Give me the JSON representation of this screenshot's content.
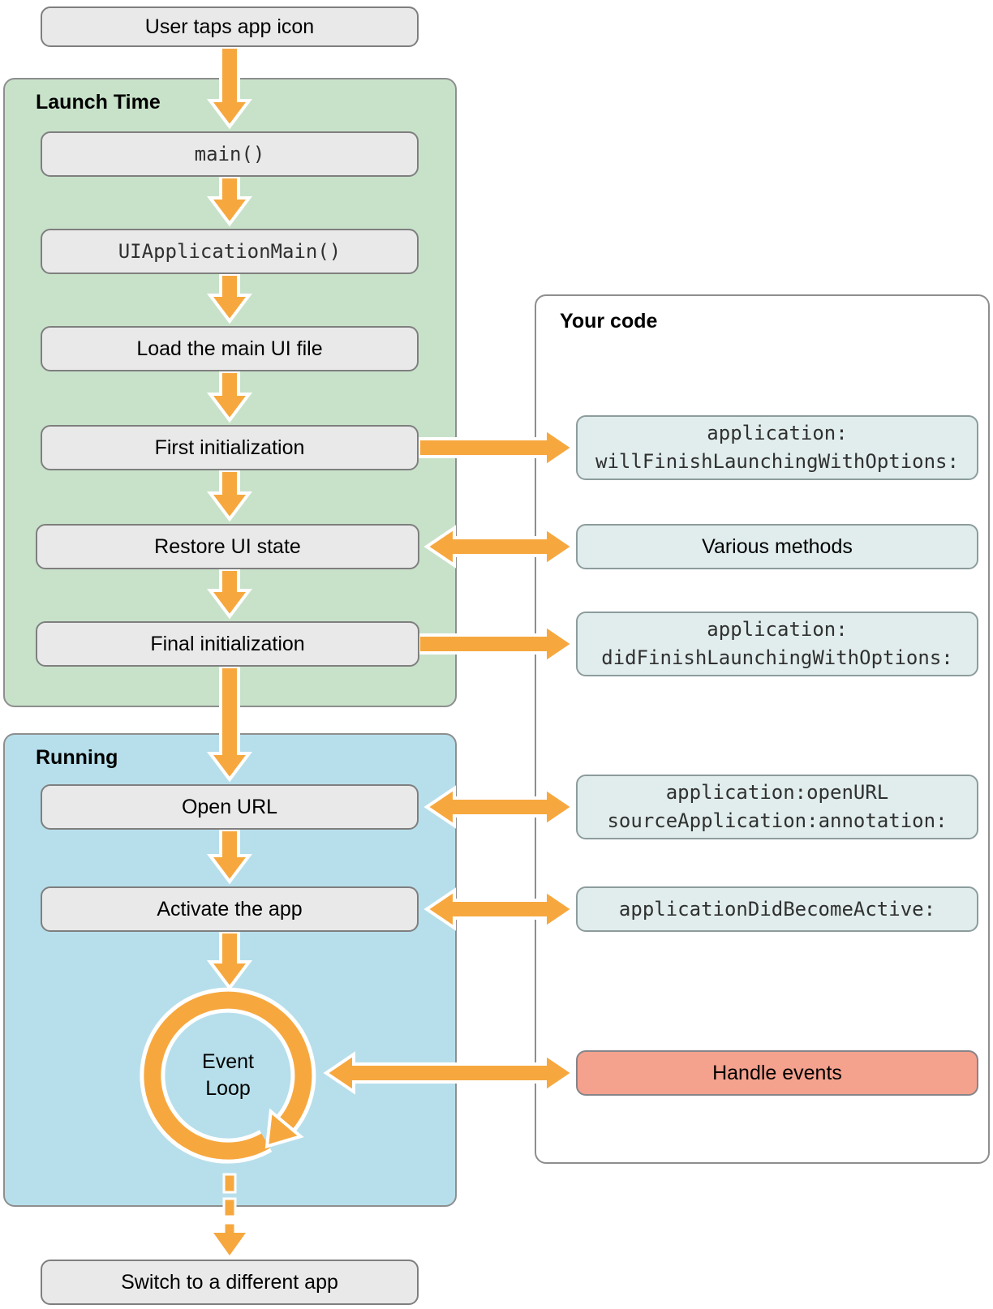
{
  "panels": {
    "launch_time": {
      "label": "Launch Time"
    },
    "running": {
      "label": "Running"
    },
    "your_code": {
      "label": "Your code"
    }
  },
  "nodes": {
    "user_taps": {
      "label": "User taps app icon"
    },
    "main": {
      "label": "main()"
    },
    "ui_application_main": {
      "label": "UIApplicationMain()"
    },
    "load_ui": {
      "label": "Load the main UI file"
    },
    "first_init": {
      "label": "First initialization"
    },
    "restore_ui": {
      "label": "Restore UI state"
    },
    "final_init": {
      "label": "Final initialization"
    },
    "open_url": {
      "label": "Open URL"
    },
    "activate": {
      "label": "Activate the app"
    },
    "event_loop": {
      "label": "Event\nLoop"
    },
    "switch_app": {
      "label": "Switch to a different app"
    },
    "will_finish": {
      "label": "application:\nwillFinishLaunchingWithOptions:"
    },
    "various": {
      "label": "Various methods"
    },
    "did_finish": {
      "label": "application:\ndidFinishLaunchingWithOptions:"
    },
    "open_url_method": {
      "label": "application:openURL\nsourceApplication:annotation:"
    },
    "did_become_active": {
      "label": "applicationDidBecomeActive:"
    },
    "handle_events": {
      "label": "Handle events"
    }
  },
  "connections": [
    {
      "from": "user_taps",
      "to": "main",
      "style": "solid",
      "heads": "one"
    },
    {
      "from": "main",
      "to": "ui_application_main",
      "style": "solid",
      "heads": "one"
    },
    {
      "from": "ui_application_main",
      "to": "load_ui",
      "style": "solid",
      "heads": "one"
    },
    {
      "from": "load_ui",
      "to": "first_init",
      "style": "solid",
      "heads": "one"
    },
    {
      "from": "first_init",
      "to": "restore_ui",
      "style": "solid",
      "heads": "one"
    },
    {
      "from": "restore_ui",
      "to": "final_init",
      "style": "solid",
      "heads": "one"
    },
    {
      "from": "final_init",
      "to": "open_url",
      "style": "solid",
      "heads": "one"
    },
    {
      "from": "open_url",
      "to": "activate",
      "style": "solid",
      "heads": "one"
    },
    {
      "from": "activate",
      "to": "event_loop",
      "style": "solid",
      "heads": "one"
    },
    {
      "from": "first_init",
      "to": "will_finish",
      "style": "solid",
      "heads": "one"
    },
    {
      "from": "restore_ui",
      "to": "various",
      "style": "solid",
      "heads": "two"
    },
    {
      "from": "final_init",
      "to": "did_finish",
      "style": "solid",
      "heads": "one"
    },
    {
      "from": "open_url",
      "to": "open_url_method",
      "style": "solid",
      "heads": "two"
    },
    {
      "from": "activate",
      "to": "did_become_active",
      "style": "solid",
      "heads": "two"
    },
    {
      "from": "event_loop",
      "to": "event_loop",
      "style": "loop",
      "heads": "one"
    },
    {
      "from": "event_loop",
      "to": "handle_events",
      "style": "solid",
      "heads": "two"
    },
    {
      "from": "event_loop",
      "to": "switch_app",
      "style": "dashed",
      "heads": "one"
    }
  ],
  "colors": {
    "arrow_orange": "#F6A83F",
    "panel_green": "#C8E2CA",
    "panel_blue": "#B7DFEB",
    "panel_border": "#8E8E8E",
    "node_gray_fill": "#E9E9E9",
    "node_gray_border": "#7F7F7F",
    "node_teal_fill": "#E0EDEC",
    "node_teal_border": "#8D9C9C",
    "node_salmon_fill": "#F4A18E",
    "node_salmon_border": "#85858A",
    "mono_text": "#303030"
  }
}
